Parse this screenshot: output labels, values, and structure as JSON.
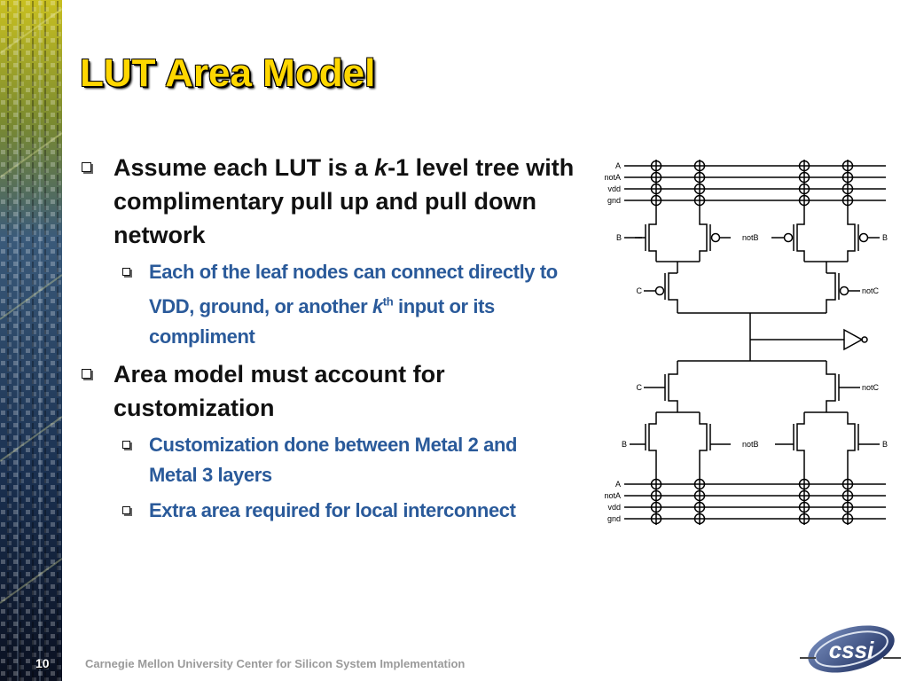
{
  "slide": {
    "title": "LUT Area Model",
    "page_number": "10",
    "footer": "Carnegie Mellon University Center for Silicon System Implementation",
    "logo_text": "cssi"
  },
  "bullets": [
    {
      "pre": "Assume each LUT is a ",
      "italic": "k",
      "post": "-1 level tree with complimentary pull up and pull down network",
      "sub": [
        {
          "pre": "Each of the leaf nodes can connect directly to VDD, ground, or another ",
          "italic": "k",
          "sup": "th",
          "post": " input or its compliment"
        }
      ]
    },
    {
      "text": "Area model must account for customization",
      "sub": [
        {
          "text": "Customization done between Metal 2 and Metal 3 layers"
        },
        {
          "text": "Extra area required for local interconnect"
        }
      ]
    }
  ],
  "circuit": {
    "top_rails": [
      "A",
      "notA",
      "vdd",
      "gnd"
    ],
    "bottom_rails": [
      "A",
      "notA",
      "vdd",
      "gnd"
    ],
    "labels": {
      "b_left_top": "B",
      "notb_top": "notB",
      "b_right_top": "B",
      "c_top": "C",
      "notc_top": "notC",
      "c_bottom": "C",
      "notc_bottom": "notC",
      "b_left_bottom": "B",
      "notb_bottom": "notB",
      "b_right_bottom": "B"
    }
  },
  "colors": {
    "title": "#ffd700",
    "sub_bullet": "#2a5a9a",
    "footer_text": "#9a9a9a"
  }
}
